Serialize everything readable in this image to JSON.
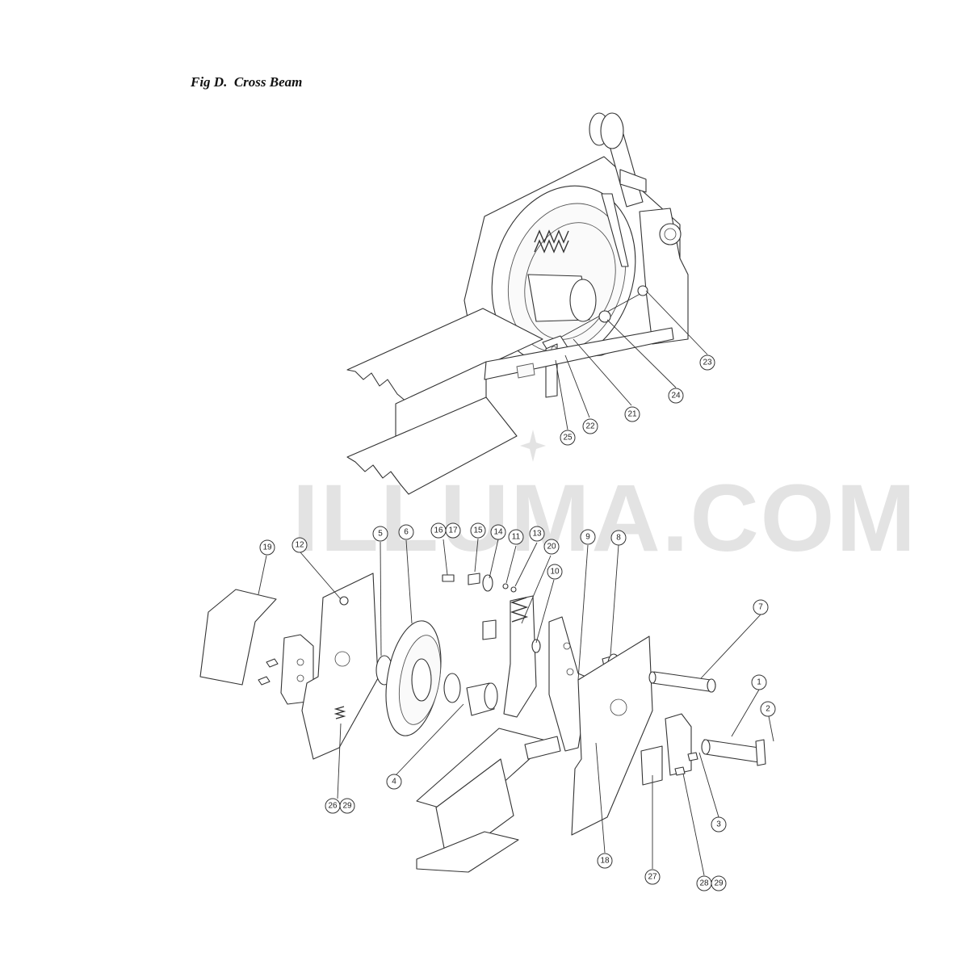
{
  "figure": {
    "title": "Fig D.  Cross Beam",
    "watermark": "ILLUMA.COM"
  },
  "callouts": [
    {
      "label": "1"
    },
    {
      "label": "2"
    },
    {
      "label": "3"
    },
    {
      "label": "4"
    },
    {
      "label": "5"
    },
    {
      "label": "6"
    },
    {
      "label": "7"
    },
    {
      "label": "8"
    },
    {
      "label": "9"
    },
    {
      "label": "10"
    },
    {
      "label": "11"
    },
    {
      "label": "12"
    },
    {
      "label": "13"
    },
    {
      "label": "14"
    },
    {
      "label": "15"
    },
    {
      "label": "16"
    },
    {
      "label": "17"
    },
    {
      "label": "18"
    },
    {
      "label": "19"
    },
    {
      "label": "20"
    },
    {
      "label": "21"
    },
    {
      "label": "22"
    },
    {
      "label": "23"
    },
    {
      "label": "24"
    },
    {
      "label": "25"
    },
    {
      "label": "26"
    },
    {
      "label": "29"
    },
    {
      "label": "27"
    },
    {
      "label": "28"
    },
    {
      "label": "29"
    }
  ],
  "colors": {
    "line": "#333333",
    "watermark": "#e3e3e3",
    "background": "#ffffff"
  }
}
